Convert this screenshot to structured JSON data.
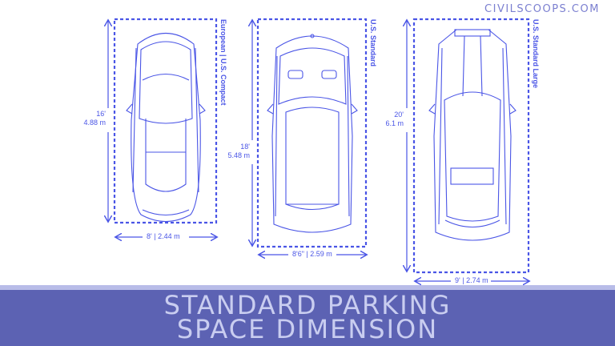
{
  "brand": "CIVILSCOOPS.COM",
  "title": {
    "line1": "STANDARD PARKING",
    "line2": "SPACE DIMENSION"
  },
  "spaces": [
    {
      "name": "European | U.S. Compact",
      "length_ft": "16'",
      "length_m": "4.88 m",
      "width": "8' | 2.44 m"
    },
    {
      "name": "U.S. Standard",
      "length_ft": "18'",
      "length_m": "5.48 m",
      "width": "8'6\" | 2.59 m"
    },
    {
      "name": "U.S. Standard Large",
      "length_ft": "20'",
      "length_m": "6.1 m",
      "width": "9' | 2.74 m"
    }
  ],
  "colors": {
    "line": "#4a55e6",
    "banner": "#5c62b3",
    "banner_text": "#c9cdf0",
    "strip": "#b8bce8"
  }
}
